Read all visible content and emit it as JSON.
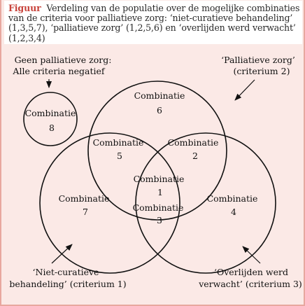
{
  "figure": {
    "label": "Figuur",
    "title": "Verdeling van de populatie over de mogelijke combinaties van de criteria voor palliatieve zorg: ‘niet-curatieve behandeling’ (1,3,5,7), ‘palliatieve zorg’ (1,2,5,6) en ‘overlijden werd verwacht’ (1,2,3,4)"
  },
  "annotations": {
    "no_care_line1": "Geen palliatieve zorg:",
    "no_care_line2": "Alle criteria negatief",
    "palliative_line1": "‘Palliatieve zorg’",
    "palliative_line2": "(criterium 2)",
    "noncurative_line1": "‘Niet-curatieve",
    "noncurative_line2": "behandeling’ (criterium 1)",
    "death_line1": "‘Overlijden werd",
    "death_line2": "verwacht’ (criterium 3)"
  },
  "regions": {
    "c1": {
      "word": "Combinatie",
      "num": "1"
    },
    "c2": {
      "word": "Combinatie",
      "num": "2"
    },
    "c3": {
      "word": "Combinatie",
      "num": "3"
    },
    "c4": {
      "word": "Combinatie",
      "num": "4"
    },
    "c5": {
      "word": "Combinatie",
      "num": "5"
    },
    "c6": {
      "word": "Combinatie",
      "num": "6"
    },
    "c7": {
      "word": "Combinatie",
      "num": "7"
    },
    "c8": {
      "word": "Combinatie",
      "num": "8"
    }
  }
}
